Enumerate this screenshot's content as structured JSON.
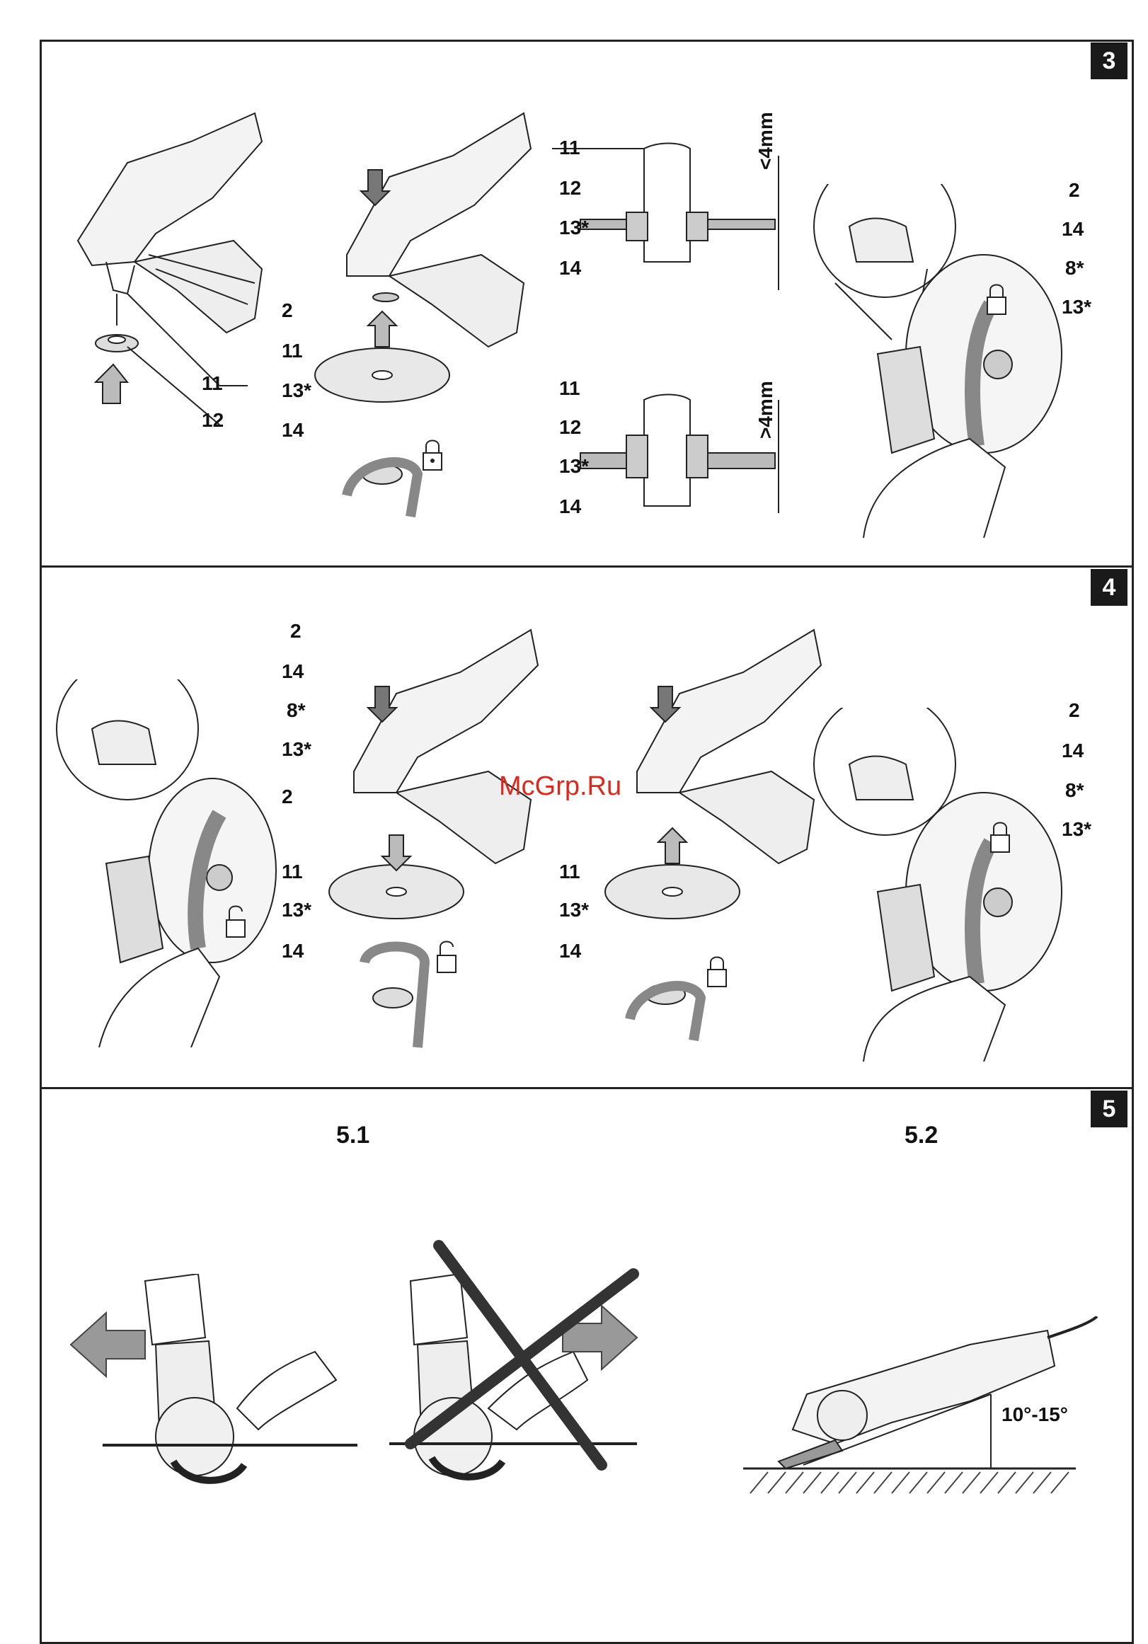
{
  "sections": {
    "s3": {
      "badge": "3"
    },
    "s4": {
      "badge": "4"
    },
    "s5": {
      "badge": "5",
      "sub1": "5.1",
      "sub2": "5.2",
      "angle": "10°-15°"
    }
  },
  "labels": {
    "n2": "2",
    "n8": "8*",
    "n11": "11",
    "n12": "12",
    "n13": "13*",
    "n14": "14"
  },
  "dims": {
    "lt4": "<4mm",
    "gt4": ">4mm"
  },
  "watermark": "McGrp.Ru",
  "icons": [
    "grinder-icon",
    "flange-nut-icon",
    "disc-icon",
    "lock-icon",
    "unlock-icon",
    "arrow-icon",
    "guard-icon",
    "cross-icon"
  ]
}
